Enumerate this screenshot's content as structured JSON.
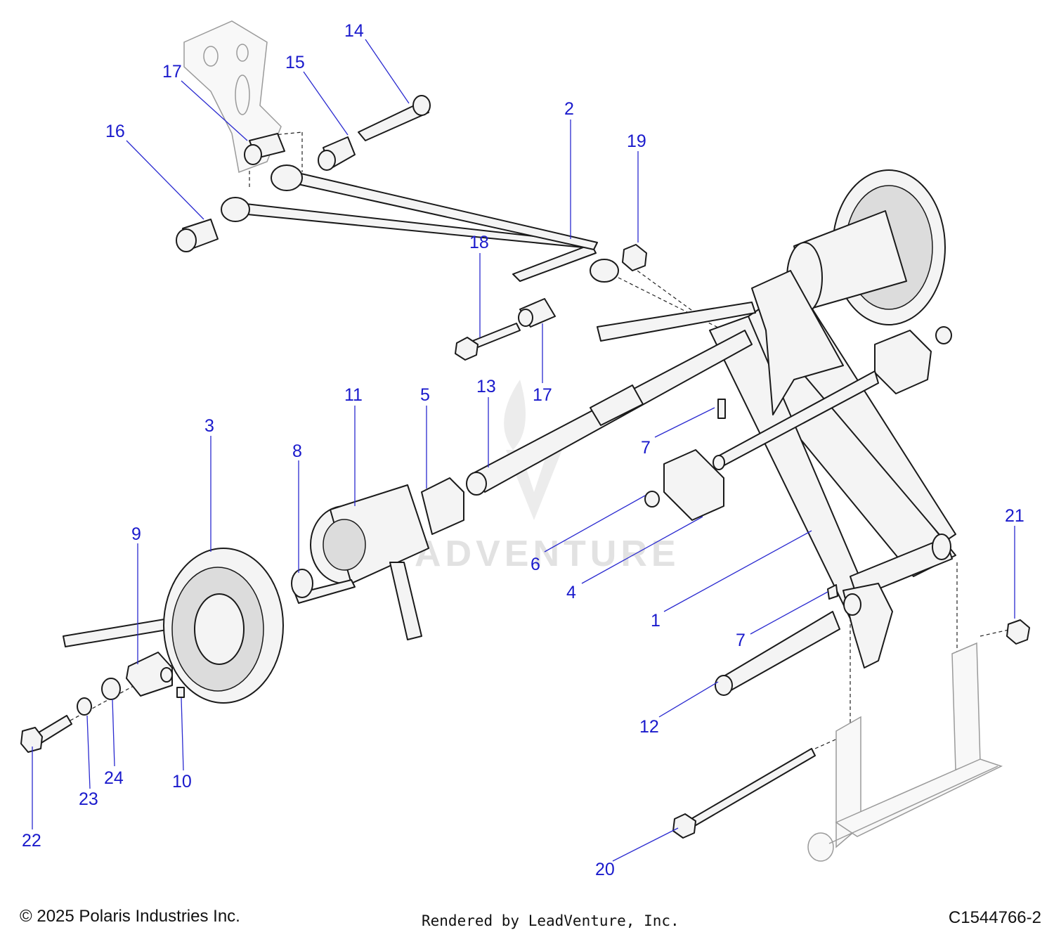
{
  "watermark": {
    "text": "ADVENTURE"
  },
  "footer": {
    "copyright": "© 2025 Polaris Industries Inc.",
    "rendered_by": "Rendered by LeadVenture, Inc.",
    "diagram_id": "C1544766-2"
  },
  "callouts": [
    {
      "label": "14"
    },
    {
      "label": "17"
    },
    {
      "label": "15"
    },
    {
      "label": "16"
    },
    {
      "label": "2"
    },
    {
      "label": "19"
    },
    {
      "label": "18"
    },
    {
      "label": "17"
    },
    {
      "label": "13"
    },
    {
      "label": "11"
    },
    {
      "label": "5"
    },
    {
      "label": "3"
    },
    {
      "label": "8"
    },
    {
      "label": "7"
    },
    {
      "label": "9"
    },
    {
      "label": "6"
    },
    {
      "label": "4"
    },
    {
      "label": "1"
    },
    {
      "label": "21"
    },
    {
      "label": "7"
    },
    {
      "label": "12"
    },
    {
      "label": "22"
    },
    {
      "label": "23"
    },
    {
      "label": "24"
    },
    {
      "label": "10"
    },
    {
      "label": "20"
    }
  ],
  "colors": {
    "callout": "#1a1acc",
    "leader": "#2a2ad0",
    "line": "#1a1a1a"
  }
}
